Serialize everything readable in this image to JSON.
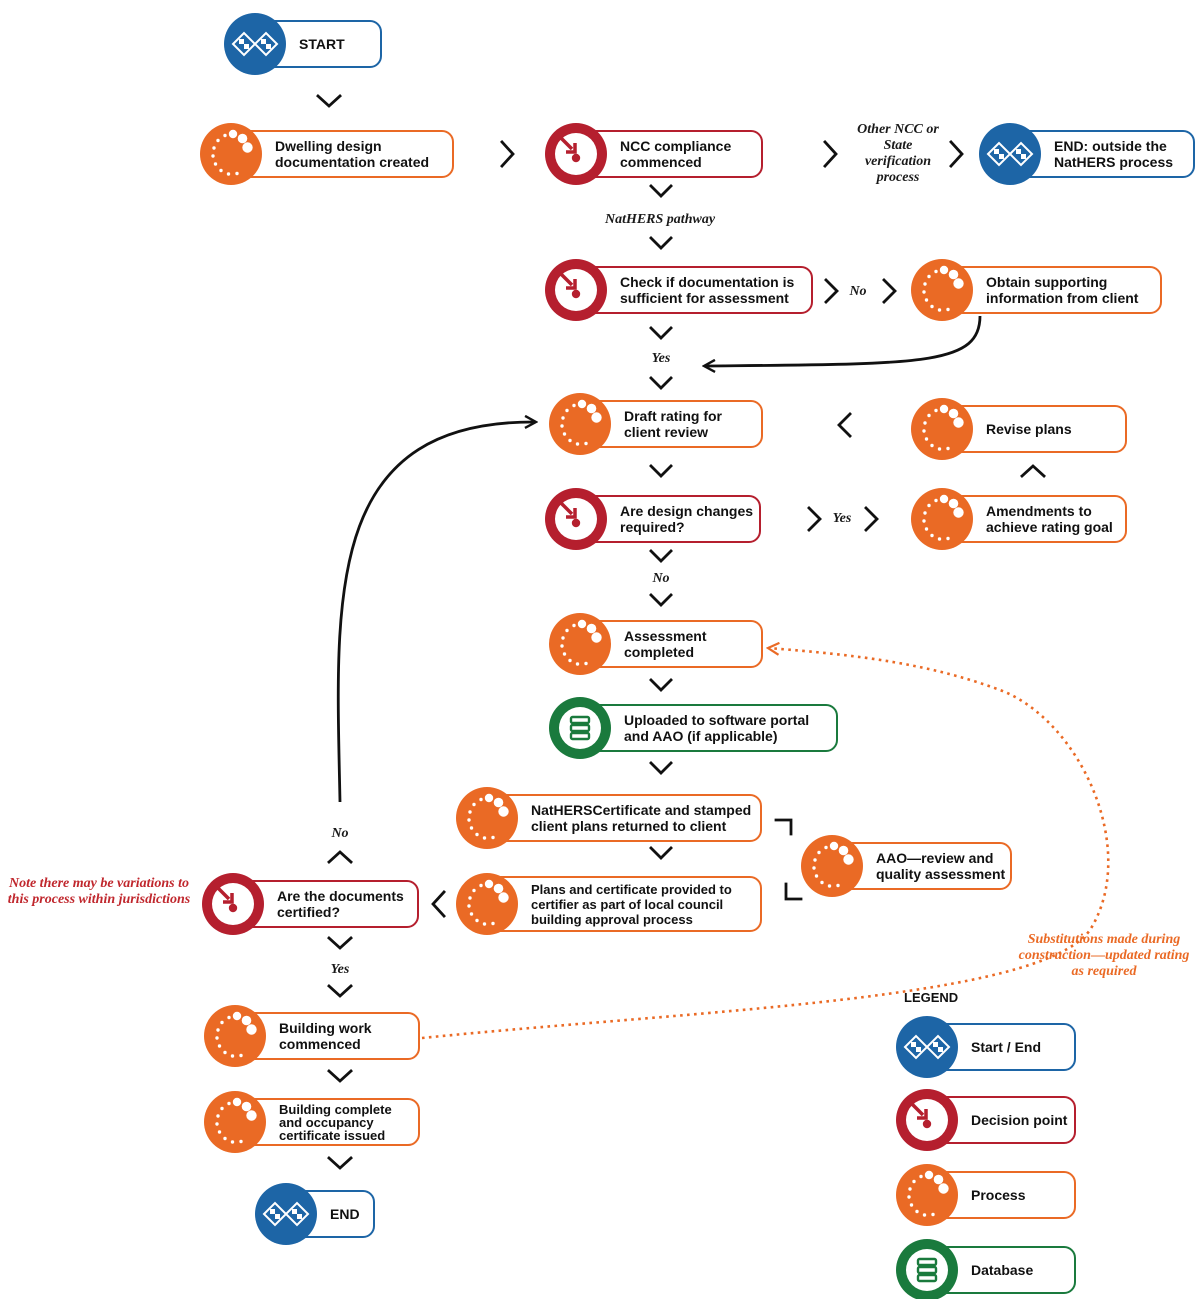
{
  "colors": {
    "process": "#ea6a25",
    "decision": "#b51f2e",
    "database": "#1a7a3d",
    "startend": "#1d65a6",
    "connector": "#111111",
    "note_red": "#c0272d",
    "note_orange": "#ea6a25"
  },
  "nodes": {
    "start": {
      "label": "START",
      "kind": "startend",
      "icon": "checkered-flags-icon"
    },
    "dwelling": {
      "label": "Dwelling design documentation created",
      "kind": "process",
      "icon": "progress-dots-icon"
    },
    "ncc": {
      "label": "NCC compliance commenced",
      "kind": "decision",
      "icon": "target-arrow-icon"
    },
    "end_outside": {
      "label": "END: outside the NatHERS process",
      "kind": "startend",
      "icon": "checkered-flags-icon"
    },
    "check_docs": {
      "label": "Check if documentation is sufficient for assessment",
      "kind": "decision",
      "icon": "target-arrow-icon"
    },
    "obtain_info": {
      "label": "Obtain supporting information from client",
      "kind": "process",
      "icon": "progress-dots-icon"
    },
    "draft_rating": {
      "label": "Draft rating for client review",
      "kind": "process",
      "icon": "progress-dots-icon"
    },
    "revise_plans": {
      "label": "Revise plans",
      "kind": "process",
      "icon": "progress-dots-icon"
    },
    "design_changes": {
      "label": "Are design changes required?",
      "kind": "decision",
      "icon": "target-arrow-icon"
    },
    "amendments": {
      "label": "Amendments to achieve rating goal",
      "kind": "process",
      "icon": "progress-dots-icon"
    },
    "assessment_completed": {
      "label": "Assessment completed",
      "kind": "process",
      "icon": "progress-dots-icon"
    },
    "uploaded": {
      "label": "Uploaded to software portal and AAO (if applicable)",
      "kind": "database",
      "icon": "database-icon"
    },
    "certificate_returned": {
      "label": "NatHERSCertificate and stamped client plans returned to client",
      "kind": "process",
      "icon": "progress-dots-icon"
    },
    "aao_review": {
      "label": "AAO—review and quality assessment",
      "kind": "process",
      "icon": "progress-dots-icon"
    },
    "plans_provided": {
      "label": "Plans and certificate provided to certifier as part of local council building approval process",
      "kind": "process",
      "icon": "progress-dots-icon"
    },
    "docs_certified": {
      "label": "Are the documents certified?",
      "kind": "decision",
      "icon": "target-arrow-icon"
    },
    "building_work": {
      "label": "Building work commenced",
      "kind": "process",
      "icon": "progress-dots-icon"
    },
    "building_complete": {
      "label": "Building complete and occupancy certificate issued",
      "kind": "process",
      "icon": "progress-dots-icon"
    },
    "end": {
      "label": "END",
      "kind": "startend",
      "icon": "checkered-flags-icon"
    }
  },
  "edge_labels": {
    "other_process": "Other NCC or State verification process",
    "natHERS_pathway": "NatHERS pathway",
    "no_1": "No",
    "yes_1": "Yes",
    "yes_2": "Yes",
    "no_2": "No",
    "no_3": "No",
    "yes_3": "Yes"
  },
  "notes": {
    "jurisdiction": "Note there may be variations to this process within jurisdictions",
    "substitutions": "Substitutions made during construction—updated rating as required"
  },
  "legend": {
    "title": "LEGEND",
    "items": [
      {
        "label": "Start / End",
        "kind": "startend",
        "icon": "checkered-flags-icon"
      },
      {
        "label": "Decision point",
        "kind": "decision",
        "icon": "target-arrow-icon"
      },
      {
        "label": "Process",
        "kind": "process",
        "icon": "progress-dots-icon"
      },
      {
        "label": "Database",
        "kind": "database",
        "icon": "database-icon"
      }
    ]
  }
}
